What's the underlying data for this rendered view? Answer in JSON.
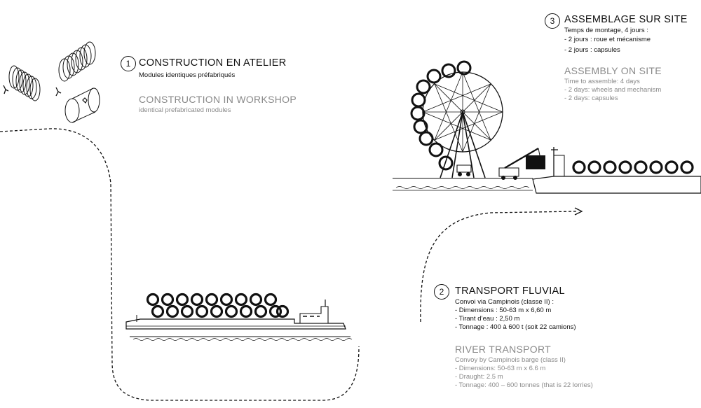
{
  "step1": {
    "number": "1",
    "title_fr": "CONSTRUCTION EN ATELIER",
    "subtitle_fr": "Modules identiques préfabriqués",
    "title_en": "CONSTRUCTION IN WORKSHOP",
    "subtitle_en": "identical prefabricated modules"
  },
  "step2": {
    "number": "2",
    "title_fr": "TRANSPORT FLUVIAL",
    "lines_fr": [
      "Convoi via Campinois (classe II) :",
      "- Dimensions : 50-63 m x 6,60 m",
      "- Tirant d’eau : 2,50 m",
      "- Tonnage : 400 à 600 t (soit 22 camions)"
    ],
    "title_en": "RIVER TRANSPORT",
    "lines_en": [
      "Convoy by Campinois barge (class II)",
      "- Dimensions: 50-63 m x 6.6 m",
      "- Draught:  2.5 m",
      "- Tonnage: 400 – 600 tonnes (that is 22 lorries)"
    ]
  },
  "step3": {
    "number": "3",
    "title_fr": "ASSEMBLAGE SUR SITE",
    "lines_fr": [
      "Temps de montage, 4 jours :",
      "- 2 jours : roue et mécanisme",
      "- 2 jours : capsules"
    ],
    "title_en": "ASSEMBLY ON SITE",
    "lines_en": [
      "Time to assemble: 4 days",
      "- 2 days: wheels and mechanism",
      "- 2 days: capsules"
    ]
  }
}
